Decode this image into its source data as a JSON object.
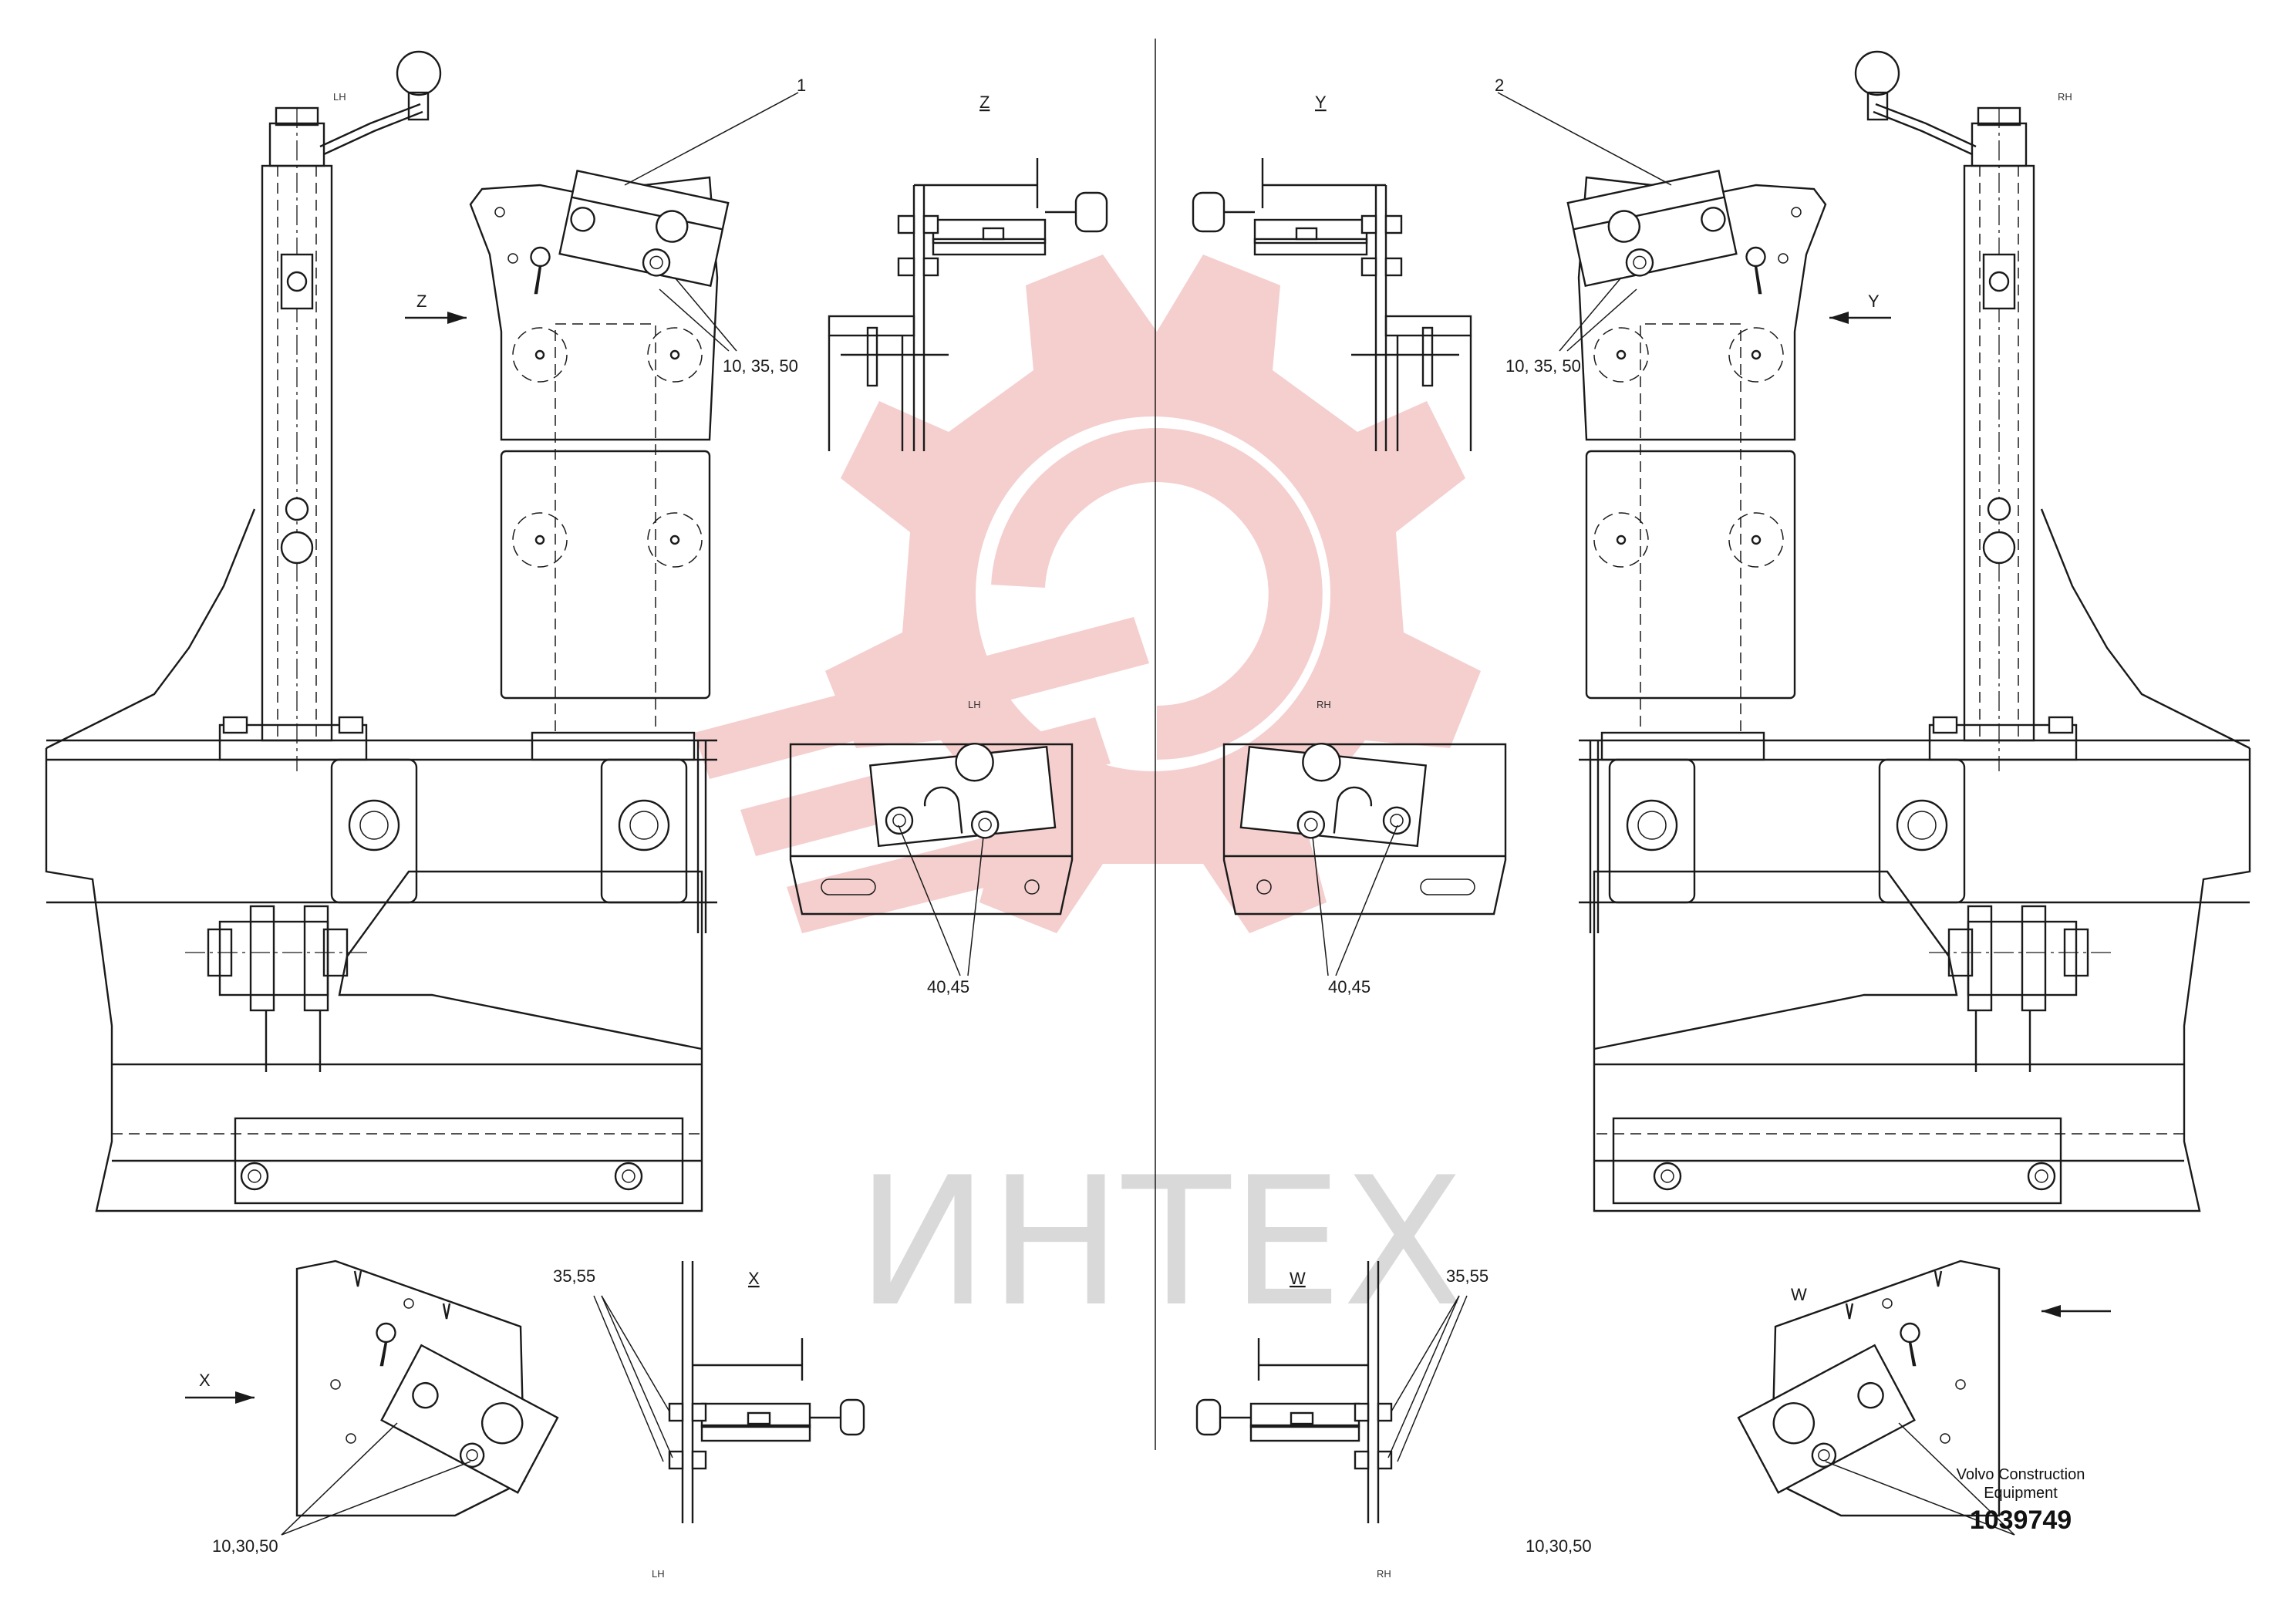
{
  "watermark": {
    "text": "ИНТЕХ",
    "gear_color": "#f4c9c9",
    "text_color": "#d9d9d9"
  },
  "views": {
    "z": "Z",
    "y": "Y",
    "x": "X",
    "w": "W"
  },
  "side_labels": {
    "lh": "LH",
    "rh": "RH"
  },
  "callouts": {
    "item_1": "1",
    "item_2": "2",
    "ref_10_35_50": "10, 35, 50",
    "ref_40_45": "40,45",
    "ref_35_55": "35,55",
    "ref_10_30_50": "10,30,50"
  },
  "title_block": {
    "company_line1": "Volvo Construction",
    "company_line2": "Equipment",
    "number": "1039749"
  }
}
